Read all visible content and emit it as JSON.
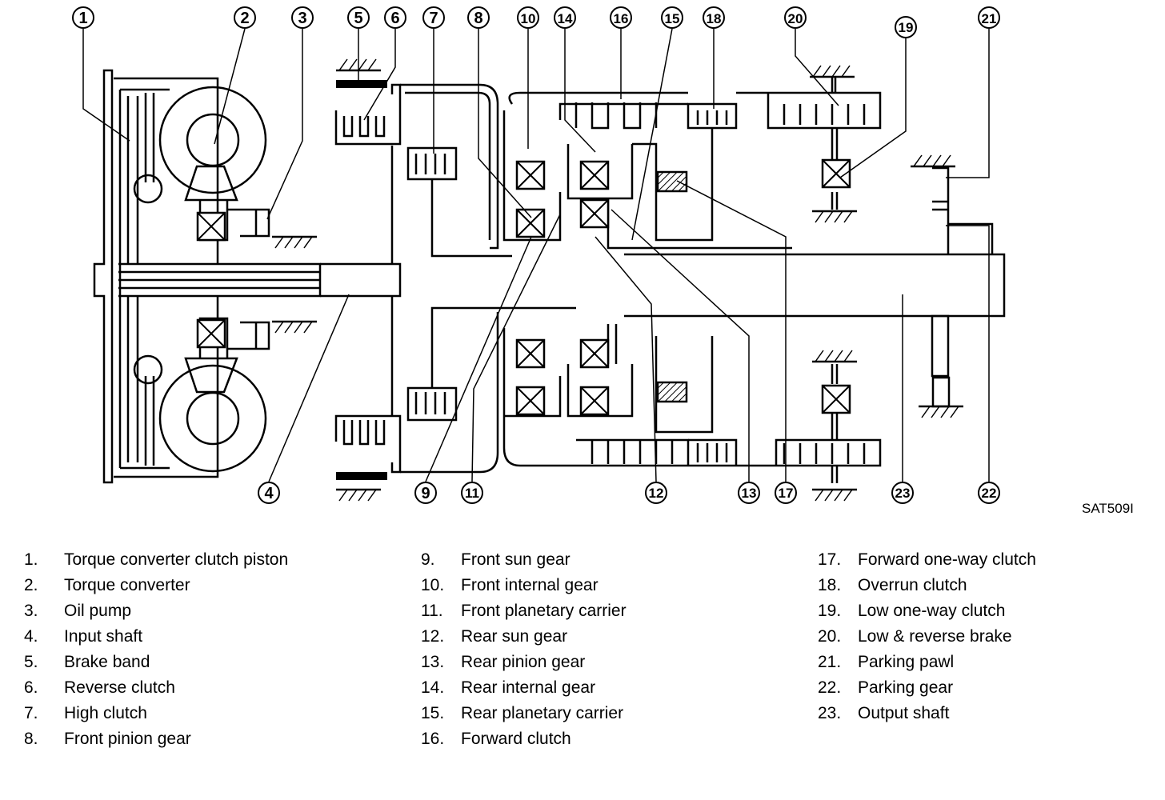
{
  "drawing_code": "SAT509I",
  "callouts": [
    "1",
    "2",
    "3",
    "4",
    "5",
    "6",
    "7",
    "8",
    "9",
    "10",
    "11",
    "12",
    "13",
    "14",
    "15",
    "16",
    "17",
    "18",
    "19",
    "20",
    "21",
    "22",
    "23"
  ],
  "legend": [
    {
      "num": "1.",
      "name": "Torque converter clutch piston"
    },
    {
      "num": "2.",
      "name": "Torque converter"
    },
    {
      "num": "3.",
      "name": "Oil pump"
    },
    {
      "num": "4.",
      "name": "Input shaft"
    },
    {
      "num": "5.",
      "name": "Brake band"
    },
    {
      "num": "6.",
      "name": "Reverse clutch"
    },
    {
      "num": "7.",
      "name": "High clutch"
    },
    {
      "num": "8.",
      "name": "Front pinion gear"
    },
    {
      "num": "9.",
      "name": "Front sun gear"
    },
    {
      "num": "10.",
      "name": "Front internal gear"
    },
    {
      "num": "11.",
      "name": "Front planetary carrier"
    },
    {
      "num": "12.",
      "name": "Rear sun gear"
    },
    {
      "num": "13.",
      "name": "Rear pinion gear"
    },
    {
      "num": "14.",
      "name": "Rear internal gear"
    },
    {
      "num": "15.",
      "name": "Rear planetary carrier"
    },
    {
      "num": "16.",
      "name": "Forward clutch"
    },
    {
      "num": "17.",
      "name": "Forward one-way clutch"
    },
    {
      "num": "18.",
      "name": "Overrun clutch"
    },
    {
      "num": "19.",
      "name": "Low one-way clutch"
    },
    {
      "num": "20.",
      "name": "Low & reverse brake"
    },
    {
      "num": "21.",
      "name": "Parking pawl"
    },
    {
      "num": "22.",
      "name": "Parking gear"
    },
    {
      "num": "23.",
      "name": "Output shaft"
    }
  ]
}
